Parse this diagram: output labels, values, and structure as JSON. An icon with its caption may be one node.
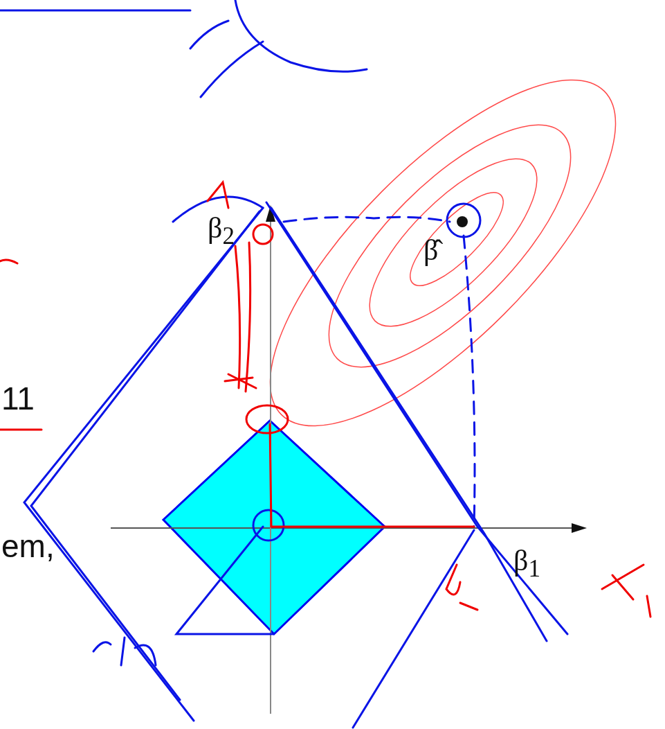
{
  "diagram": {
    "labels": [
      "β$_{2}$",
      "β̂",
      "β$_{1}$",
      "11",
      "em,"
    ]
  }
}
